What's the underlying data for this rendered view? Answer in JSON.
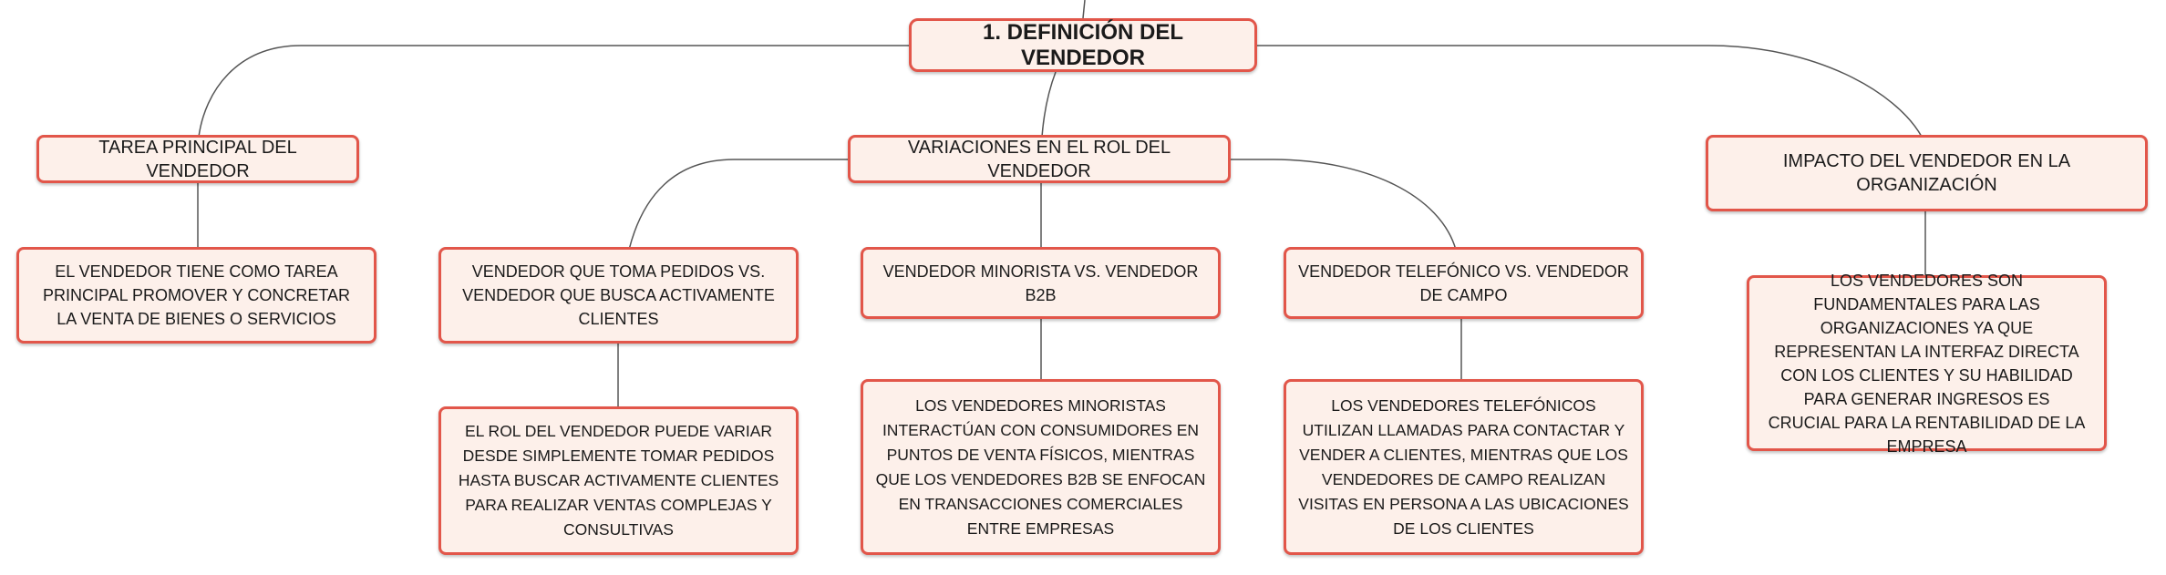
{
  "diagram": {
    "root": {
      "label": "1. DEFINICIÓN DEL VENDEDOR"
    },
    "branches": {
      "tarea_principal": {
        "label": "TAREA PRINCIPAL DEL VENDEDOR",
        "detail": "EL VENDEDOR TIENE COMO TAREA PRINCIPAL PROMOVER Y CONCRETAR LA VENTA DE BIENES O SERVICIOS"
      },
      "variaciones": {
        "label": "VARIACIONES EN EL ROL DEL VENDEDOR",
        "subtopics": {
          "pedidos": {
            "label": "VENDEDOR QUE TOMA PEDIDOS VS. VENDEDOR QUE BUSCA ACTIVAMENTE CLIENTES",
            "detail": "EL ROL DEL VENDEDOR PUEDE VARIAR DESDE SIMPLEMENTE TOMAR PEDIDOS HASTA BUSCAR ACTIVAMENTE CLIENTES PARA REALIZAR VENTAS COMPLEJAS Y CONSULTIVAS"
          },
          "minorista": {
            "label": "VENDEDOR MINORISTA VS. VENDEDOR B2B",
            "detail": "LOS VENDEDORES MINORISTAS INTERACTÚAN CON CONSUMIDORES EN PUNTOS DE VENTA FÍSICOS, MIENTRAS QUE LOS VENDEDORES B2B SE ENFOCAN EN TRANSACCIONES COMERCIALES ENTRE EMPRESAS"
          },
          "telefonico": {
            "label": "VENDEDOR TELEFÓNICO VS. VENDEDOR DE CAMPO",
            "detail": "LOS VENDEDORES TELEFÓNICOS UTILIZAN LLAMADAS PARA CONTACTAR Y VENDER A CLIENTES, MIENTRAS QUE LOS VENDEDORES DE CAMPO REALIZAN VISITAS EN PERSONA A LAS UBICACIONES DE LOS CLIENTES"
          }
        }
      },
      "impacto": {
        "label": "IMPACTO DEL VENDEDOR EN LA ORGANIZACIÓN",
        "detail": "LOS VENDEDORES SON FUNDAMENTALES PARA LAS ORGANIZACIONES YA QUE REPRESENTAN LA INTERFAZ DIRECTA CON LOS CLIENTES Y SU HABILIDAD PARA GENERAR INGRESOS ES CRUCIAL PARA LA RENTABILIDAD DE LA EMPRESA"
      }
    },
    "colors": {
      "node_border": "#e2564a",
      "node_fill": "#fdf0ea",
      "connector": "#555555",
      "text": "#1a1a1a"
    }
  }
}
